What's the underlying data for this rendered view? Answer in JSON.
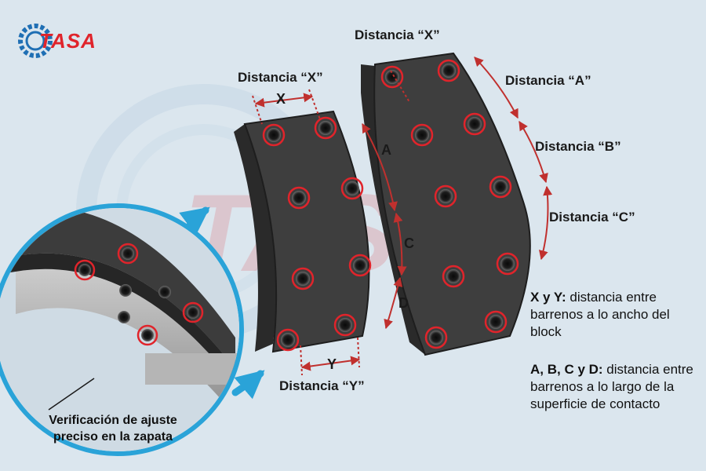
{
  "brand": {
    "logo_text": "TASA",
    "watermark_text": "TASA",
    "color_red": "#e0242b",
    "color_blue": "#1f6fb4"
  },
  "labels": {
    "distance_x_left": "Distancia “X”",
    "distance_x_right": "Distancia “X”",
    "distance_y": "Distancia “Y”",
    "distance_a": "Distancia “A”",
    "distance_b": "Distancia “B”",
    "distance_c": "Distancia “C”",
    "letter_x": "X",
    "letter_y": "Y",
    "letter_a": "A",
    "letter_c": "C",
    "letter_d": "D"
  },
  "legend": {
    "xy_bold": "X y Y:",
    "xy_text": "distancia entre barrenos a lo ancho del block",
    "abcd_bold": "A, B, C y D:",
    "abcd_text": "distancia entre barrenos a lo largo de la superficie de contacto"
  },
  "inset": {
    "caption": "Verificación de ajuste preciso en la zapata"
  },
  "colors": {
    "block_dark": "#3a3a3a",
    "block_side": "#2a2a2a",
    "highlight_ring": "#e0242b",
    "arrow_blue": "#2aa3d8",
    "dimension_line": "#c0302e",
    "background": "#dbe6ee"
  }
}
